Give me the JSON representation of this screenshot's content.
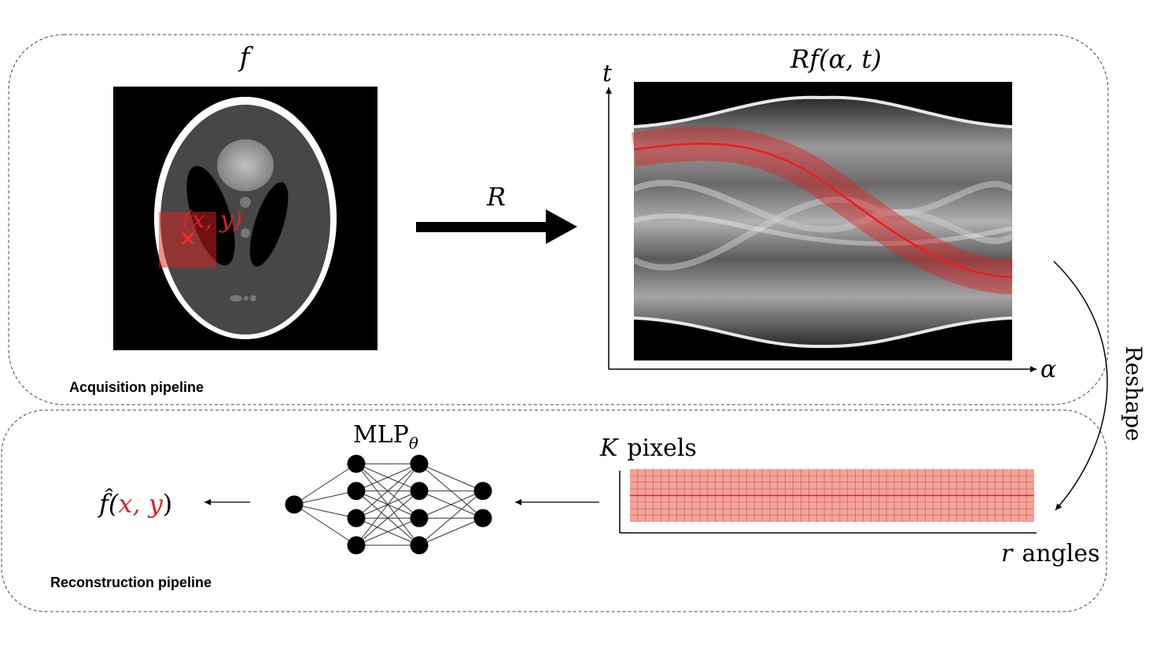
{
  "acquisition": {
    "pipeline_label": "Acquisition pipeline",
    "image_label": "f",
    "point_label": "(x, y)",
    "operator_label": "R",
    "sinogram_label": "Rf(α, t)",
    "axis_t": "t",
    "axis_alpha": "α"
  },
  "reshape_label": "Reshape",
  "reconstruction": {
    "pipeline_label": "Reconstruction pipeline",
    "grid_ylabel_var": "K",
    "grid_ylabel_text": "pixels",
    "grid_xlabel_var": "r",
    "grid_xlabel_text": "angles",
    "mlp_label": "MLP",
    "mlp_subscript": "θ",
    "mlp_layers": [
      1,
      4,
      4,
      2
    ],
    "output_func": "f̂(",
    "output_vars": "x, y",
    "output_close": ")"
  },
  "colors": {
    "highlight": "#dd2222",
    "grid_fill": "#f4a39a"
  }
}
